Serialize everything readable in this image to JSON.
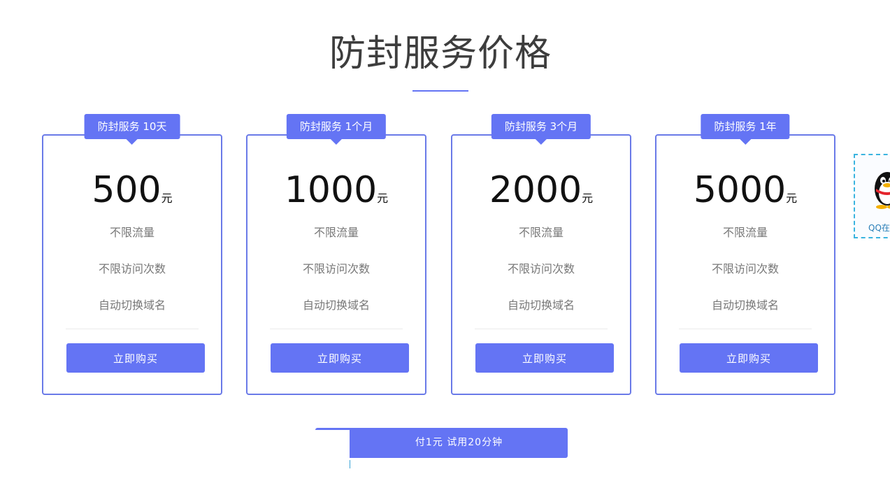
{
  "page": {
    "title": "防封服务价格"
  },
  "plans": [
    {
      "tag": "防封服务 10天",
      "price": "500",
      "unit": "元",
      "features": [
        "不限流量",
        "不限访问次数",
        "自动切换域名"
      ],
      "buy_label": "立即购买"
    },
    {
      "tag": "防封服务 1个月",
      "price": "1000",
      "unit": "元",
      "features": [
        "不限流量",
        "不限访问次数",
        "自动切换域名"
      ],
      "buy_label": "立即购买"
    },
    {
      "tag": "防封服务 3个月",
      "price": "2000",
      "unit": "元",
      "features": [
        "不限流量",
        "不限访问次数",
        "自动切换域名"
      ],
      "buy_label": "立即购买"
    },
    {
      "tag": "防封服务 1年",
      "price": "5000",
      "unit": "元",
      "features": [
        "不限流量",
        "不限访问次数",
        "自动切换域名"
      ],
      "buy_label": "立即购买"
    }
  ],
  "trial": {
    "label": "付1元 试用20分钟"
  },
  "qq_widget": {
    "label": "QQ在线",
    "icon": "qq-penguin-icon"
  },
  "colors": {
    "accent": "#6474f4",
    "card_border": "#6a7ae8",
    "widget_border": "#3ab4df"
  }
}
